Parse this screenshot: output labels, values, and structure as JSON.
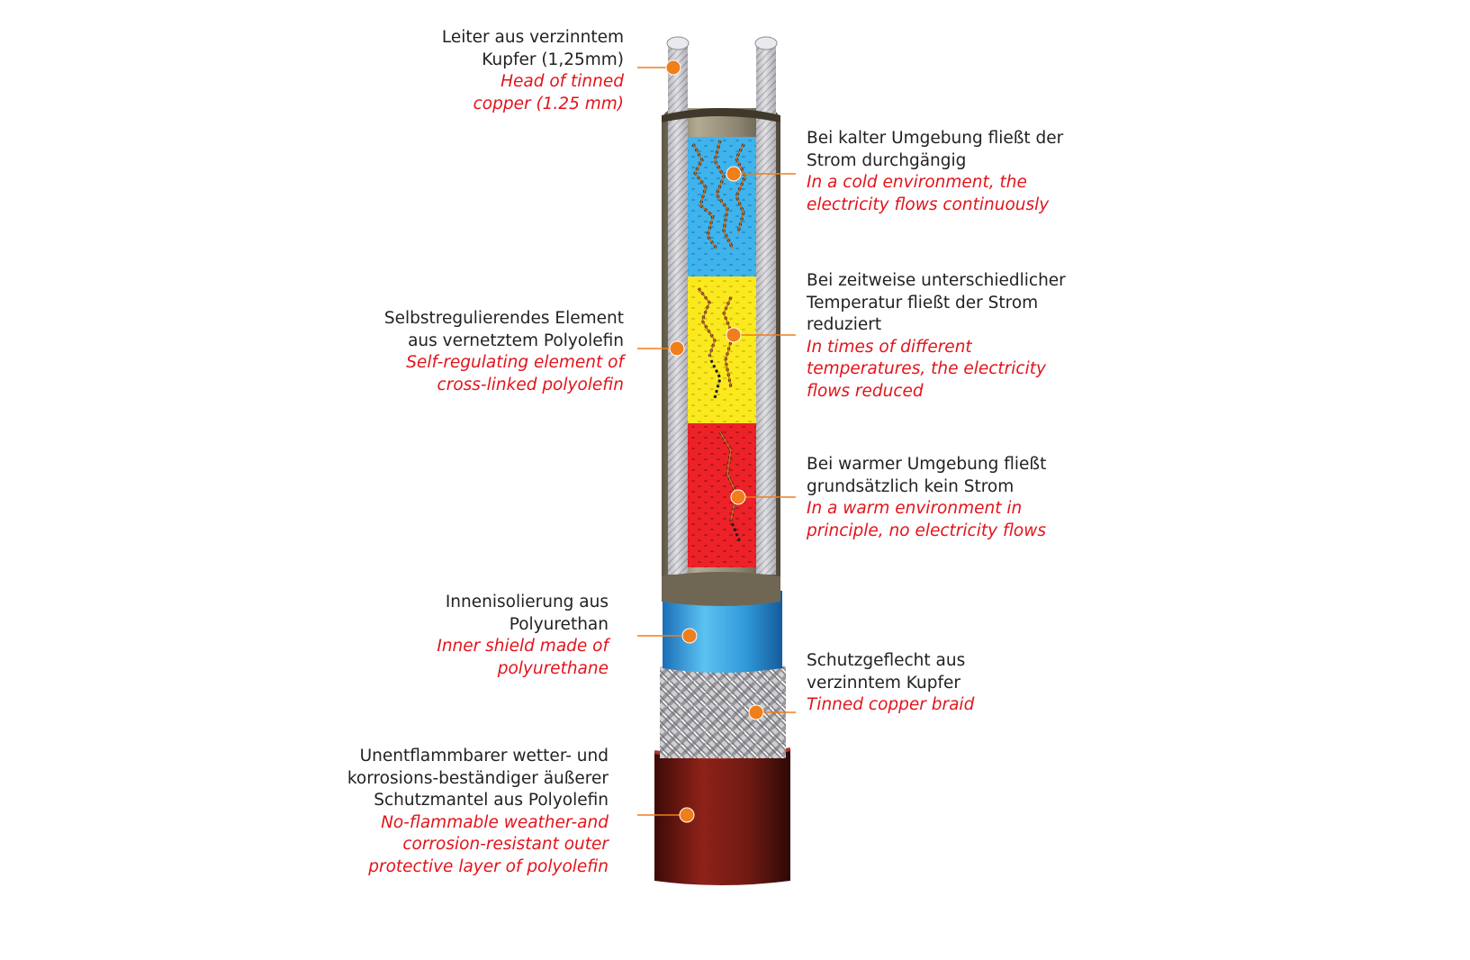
{
  "colors": {
    "german_text": "#222222",
    "english_text": "#e2141b",
    "marker": "#f07e1b",
    "zone_cold": "#2aa0dc",
    "zone_mixed": "#f6e11a",
    "zone_warm": "#e11b22",
    "jacket": "#7a1a14",
    "inner_shield": "#3ea8e6",
    "sheath": "#8f8672"
  },
  "labels": [
    {
      "id": "conductor",
      "de": [
        "Leiter aus verzinntem",
        "Kupfer (1,25mm)"
      ],
      "en": [
        "Head of tinned",
        "copper (1.25 mm)"
      ]
    },
    {
      "id": "self-regulating",
      "de": [
        "Selbstregulierendes Element",
        "aus vernetztem Polyolefin"
      ],
      "en": [
        "Self-regulating element of",
        "cross-linked polyolefin"
      ]
    },
    {
      "id": "inner-shield",
      "de": [
        "Innenisolierung aus",
        "Polyurethan"
      ],
      "en": [
        "Inner shield made of",
        "polyurethane"
      ]
    },
    {
      "id": "outer-jacket",
      "de": [
        "Unentflammbarer wetter- und",
        "korrosions-beständiger äußerer",
        "Schutzmantel aus Polyolefin"
      ],
      "en": [
        "No-flammable weather-and",
        "corrosion-resistant outer",
        "protective layer of polyolefin"
      ]
    },
    {
      "id": "cold",
      "de": [
        "Bei kalter Umgebung fließt der",
        "Strom durchgängig"
      ],
      "en": [
        "In a cold environment, the",
        "electricity flows continuously"
      ]
    },
    {
      "id": "mixed",
      "de": [
        "Bei zeitweise unterschiedlicher",
        "Temperatur fließt der Strom",
        "reduziert"
      ],
      "en": [
        "In times of different",
        "temperatures, the electricity",
        "flows reduced"
      ]
    },
    {
      "id": "warm",
      "de": [
        "Bei warmer Umgebung fließt",
        "grundsätzlich kein Strom"
      ],
      "en": [
        "In a warm environment in",
        "principle, no electricity flows"
      ]
    },
    {
      "id": "braid",
      "de": [
        "Schutzgeflecht aus",
        "verzinntem Kupfer"
      ],
      "en": [
        "Tinned copper braid"
      ]
    }
  ]
}
